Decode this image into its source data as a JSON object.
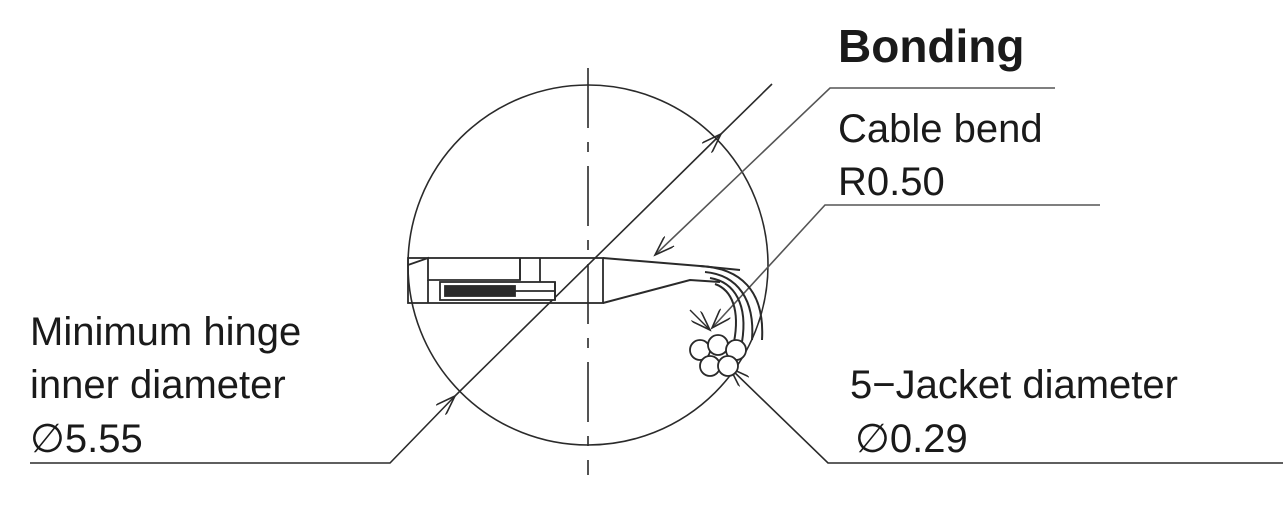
{
  "labels": {
    "bonding": "Bonding",
    "cable_bend": "Cable bend",
    "cable_bend_value": "R0.50",
    "hinge_line1": "Minimum hinge",
    "hinge_line2": "inner diameter",
    "hinge_value": "∅5.55",
    "jacket_line1": "5−Jacket diameter",
    "jacket_value": "∅0.29"
  },
  "colors": {
    "line": "#2a2a2a",
    "leader": "#555555",
    "text": "#1a1a1a"
  }
}
